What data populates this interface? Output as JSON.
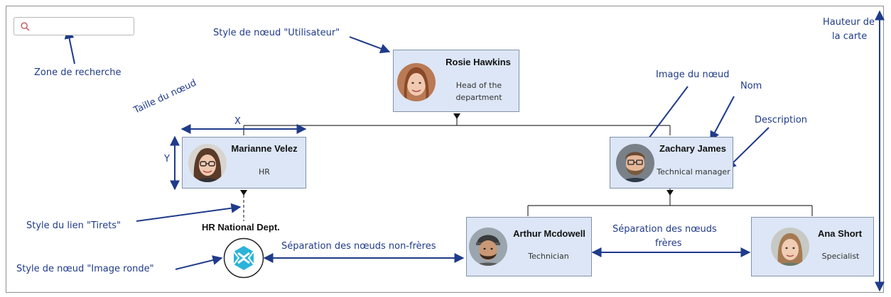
{
  "search": {
    "placeholder": "",
    "icon": "search-icon"
  },
  "nodes": {
    "rosie": {
      "name": "Rosie Hawkins",
      "description": "Head of the department"
    },
    "marianne": {
      "name": "Marianne Velez",
      "description": "HR"
    },
    "zachary": {
      "name": "Zachary James",
      "description": "Technical manager"
    },
    "arthur": {
      "name": "Arthur Mcdowell",
      "description": "Technician"
    },
    "ana": {
      "name": "Ana Short",
      "description": "Specialist"
    },
    "hr_dept": {
      "name": "HR National Dept."
    }
  },
  "annotations": {
    "search_zone": "Zone de recherche",
    "user_style": "Style de nœud \"Utilisateur\"",
    "node_size": "Taille du nœud",
    "x": "X",
    "y": "Y",
    "link_style": "Style du lien \"Tirets\"",
    "round_image_style": "Style de nœud \"Image ronde\"",
    "non_sibling_sep": "Séparation des nœuds non-frères",
    "sibling_sep_1": "Séparation des nœuds",
    "sibling_sep_2": "frères",
    "node_image": "Image du nœud",
    "name": "Nom",
    "description": "Description",
    "map_height_1": "Hauteur de",
    "map_height_2": "la carte"
  },
  "colors": {
    "node_fill": "#dce6f6",
    "node_border": "#8292a8",
    "annotation": "#1f3b8a",
    "connector": "#333333",
    "dept_logo": "#2bb3d9"
  }
}
